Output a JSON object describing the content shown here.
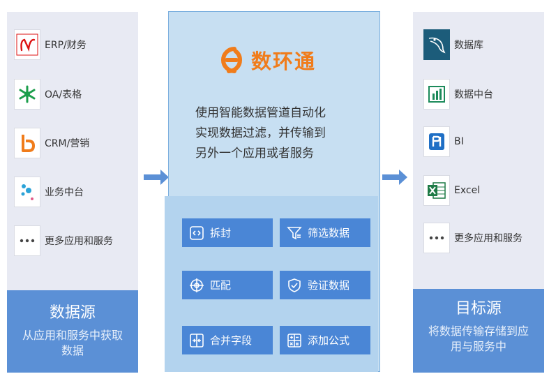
{
  "source": {
    "items": [
      {
        "label": "ERP/财务",
        "icon": "yonyou-n-logo-icon"
      },
      {
        "label": "OA/表格",
        "icon": "green-snowflake-logo-icon"
      },
      {
        "label": "CRM/营销",
        "icon": "orange-b-logo-icon"
      },
      {
        "label": "业务中台",
        "icon": "blue-dots-logo-icon"
      },
      {
        "label": "更多应用和服务",
        "icon": "ellipsis-icon"
      }
    ],
    "footer": {
      "title": "数据源",
      "desc": "从应用和服务中获取数据"
    }
  },
  "center": {
    "brand": "数环通",
    "desc_lines": [
      "使用智能数据管道自动化",
      "实现数据过滤，并传输到",
      "另外一个应用或者服务"
    ],
    "ops": [
      {
        "label": "拆封",
        "icon": "unpack-icon"
      },
      {
        "label": "筛选数据",
        "icon": "filter-icon"
      },
      {
        "label": "匹配",
        "icon": "crosshair-icon"
      },
      {
        "label": "验证数据",
        "icon": "shield-check-icon"
      },
      {
        "label": "合并字段",
        "icon": "merge-icon"
      },
      {
        "label": "添加公式",
        "icon": "calculator-icon"
      }
    ]
  },
  "target": {
    "items": [
      {
        "label": "数据库",
        "icon": "mysql-dolphin-icon"
      },
      {
        "label": "数据中台",
        "icon": "bar-chart-icon"
      },
      {
        "label": "BI",
        "icon": "bi-logo-icon"
      },
      {
        "label": "Excel",
        "icon": "excel-icon"
      },
      {
        "label": "更多应用和服务",
        "icon": "ellipsis-icon"
      }
    ],
    "footer": {
      "title": "目标源",
      "desc": "将数据传输存储到应用与服务中"
    }
  },
  "colors": {
    "brand_orange": "#f07c1b",
    "op_blue": "#4a86d6",
    "footer_blue": "#5b90d6",
    "center_bg": "#c7dff2"
  }
}
